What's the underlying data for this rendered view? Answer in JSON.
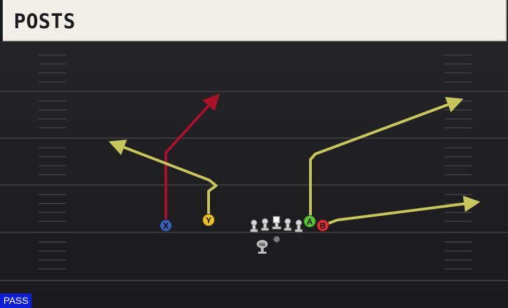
{
  "play": {
    "title": "POSTS",
    "type": "PASS"
  },
  "players": {
    "x": "X",
    "y": "Y",
    "a": "A",
    "b": "B",
    "rb": "RB"
  },
  "colors": {
    "header_bg": "#f1efe8",
    "field_bg": "#1f1f21",
    "yard_line": "#3a3a3c",
    "route_primary": "#a8102c",
    "route_secondary": "#c6c55e",
    "player_x": "#3a5fb8",
    "player_y": "#e8c22a",
    "player_a": "#5cc33a",
    "player_b": "#d8303a",
    "badge": "#0d1fd6"
  }
}
